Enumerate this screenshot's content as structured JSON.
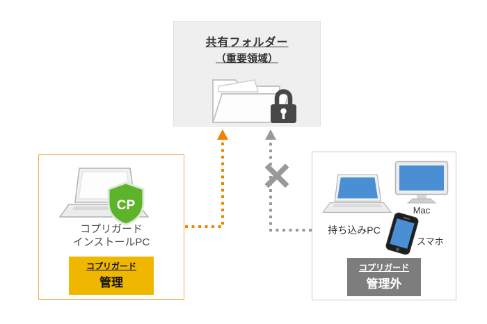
{
  "shared_folder": {
    "title": "共有フォルダー",
    "subtitle": "（重要領域）"
  },
  "managed": {
    "label_line1": "コプリガード",
    "label_line2": "インストールPC",
    "badge_top": "コプリガード",
    "badge_bottom": "管理",
    "shield_text": "CP"
  },
  "unmanaged": {
    "laptop_label": "持ち込みPC",
    "mac_label": "Mac",
    "phone_label": "スマホ",
    "badge_top": "コプリガード",
    "badge_bottom": "管理外"
  },
  "blocked_mark": "×",
  "colors": {
    "orange": "#f08300",
    "orange_border": "#f3a952",
    "badge_yellow": "#efb700",
    "arrow_gray": "#999999",
    "badge_gray": "#7d7d7d",
    "shield_green": "#5db32a",
    "screen_blue": "#4a8fd4",
    "lock_gray": "#474747",
    "panel_gray": "#efefef"
  }
}
